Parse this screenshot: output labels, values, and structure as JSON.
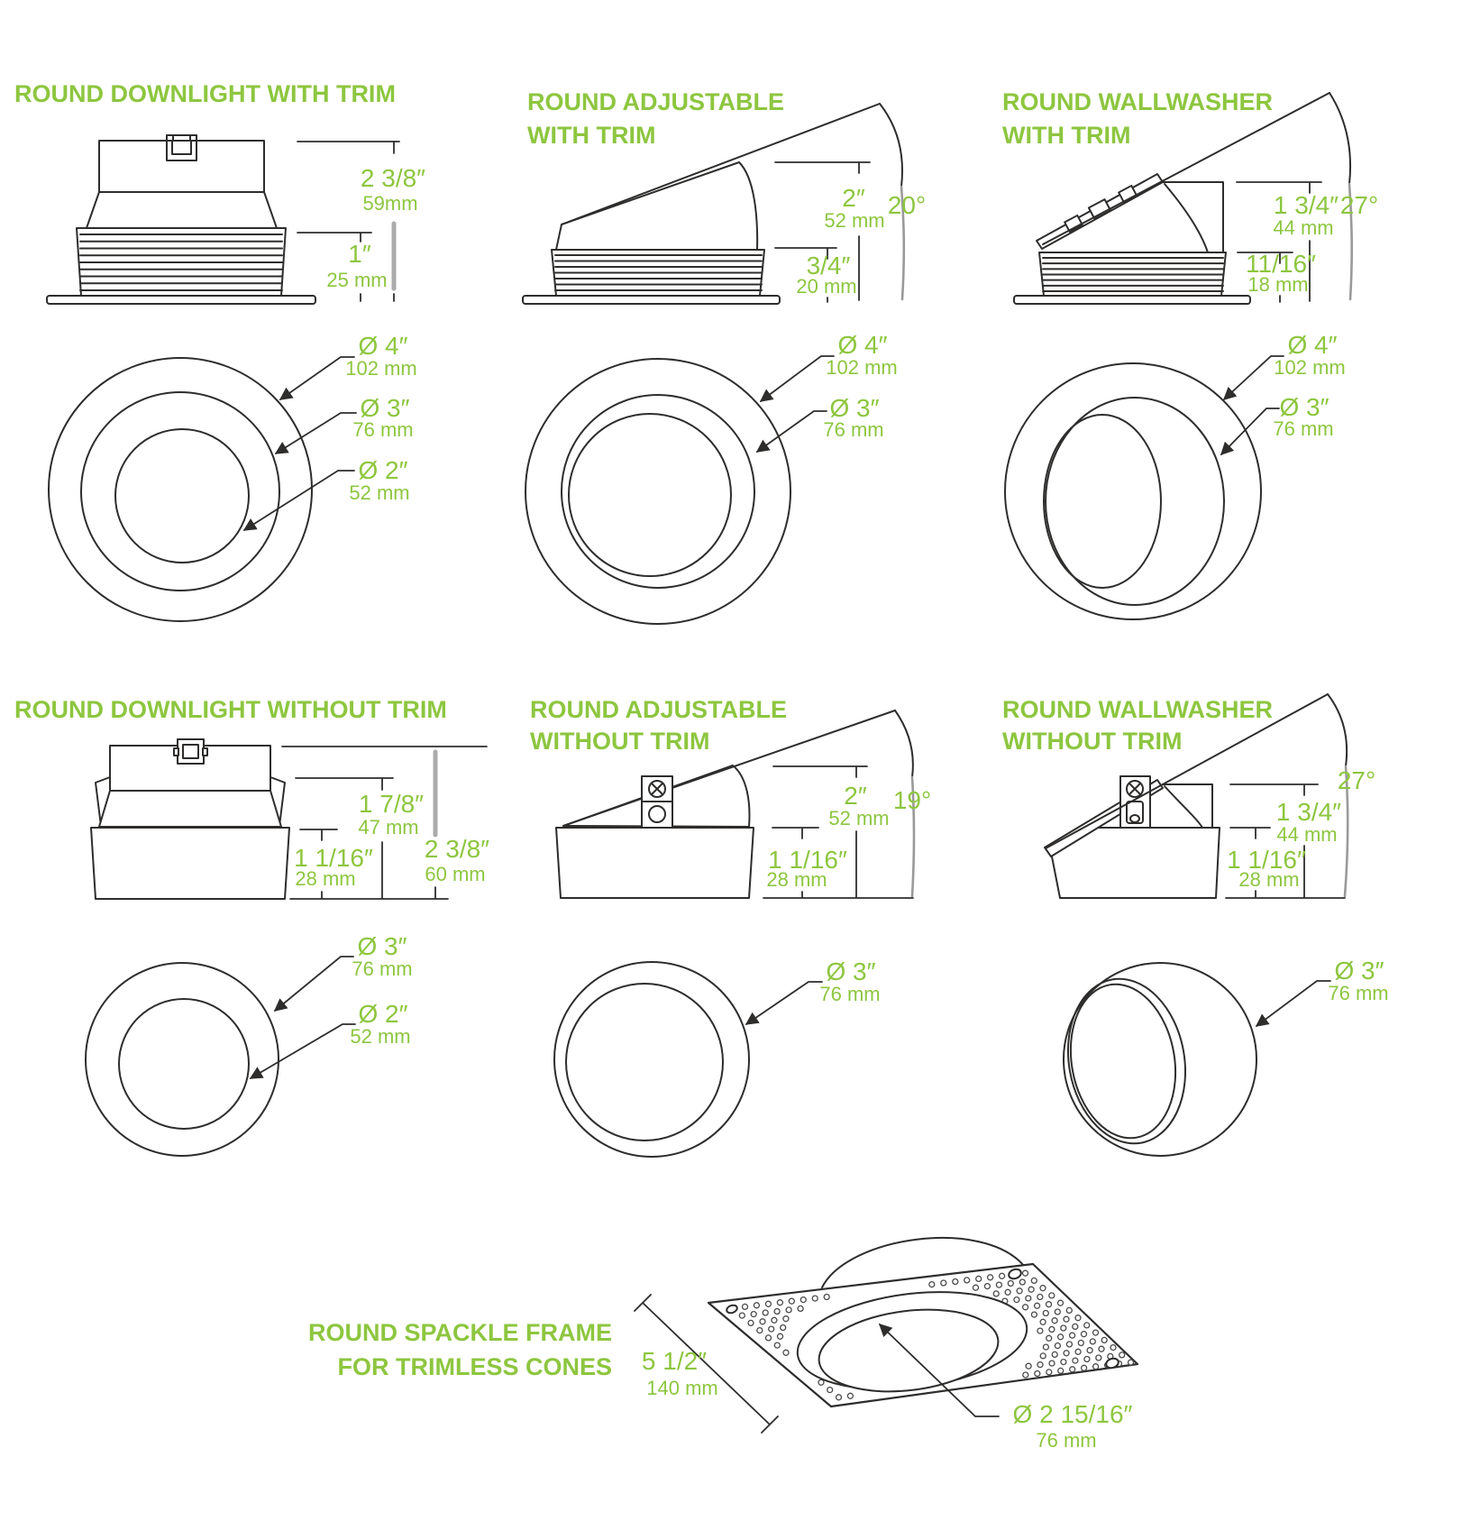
{
  "colors": {
    "accent": "#8dc63f",
    "line": "#2e2d2c",
    "dim_gray": "#ababab"
  },
  "panels": [
    {
      "id": "round-downlight-with-trim",
      "title_lines": [
        "ROUND DOWNLIGHT WITH TRIM"
      ],
      "side_dims": [
        {
          "value": "2 3/8″",
          "unit": "59mm"
        },
        {
          "value": "1″",
          "unit": "25 mm"
        }
      ],
      "diameters": [
        {
          "value": "Ø 4″",
          "unit": "102 mm"
        },
        {
          "value": "Ø 3″",
          "unit": "76 mm"
        },
        {
          "value": "Ø 2″",
          "unit": "52 mm"
        }
      ]
    },
    {
      "id": "round-adjustable-with-trim",
      "title_lines": [
        "ROUND ADJUSTABLE",
        "WITH TRIM"
      ],
      "tilt_angle": "20°",
      "side_dims": [
        {
          "value": "2″",
          "unit": "52 mm"
        },
        {
          "value": "3/4″",
          "unit": "20 mm"
        }
      ],
      "diameters": [
        {
          "value": "Ø 4″",
          "unit": "102 mm"
        },
        {
          "value": "Ø 3″",
          "unit": "76 mm"
        }
      ]
    },
    {
      "id": "round-wallwasher-with-trim",
      "title_lines": [
        "ROUND WALLWASHER",
        "WITH TRIM"
      ],
      "tilt_angle": "27°",
      "side_dims": [
        {
          "value": "1 3/4″",
          "unit": "44 mm"
        },
        {
          "value": "11/16″",
          "unit": "18 mm"
        }
      ],
      "diameters": [
        {
          "value": "Ø 4″",
          "unit": "102 mm"
        },
        {
          "value": "Ø 3″",
          "unit": "76 mm"
        }
      ]
    },
    {
      "id": "round-downlight-without-trim",
      "title_lines": [
        "ROUND DOWNLIGHT WITHOUT TRIM"
      ],
      "side_dims": [
        {
          "value": "1 7/8″",
          "unit": "47 mm"
        },
        {
          "value": "1 1/16″",
          "unit": "28 mm"
        },
        {
          "value": "2 3/8″",
          "unit": "60 mm"
        }
      ],
      "diameters": [
        {
          "value": "Ø 3″",
          "unit": "76 mm"
        },
        {
          "value": "Ø 2″",
          "unit": "52 mm"
        }
      ]
    },
    {
      "id": "round-adjustable-without-trim",
      "title_lines": [
        "ROUND ADJUSTABLE",
        "WITHOUT TRIM"
      ],
      "tilt_angle": "19°",
      "side_dims": [
        {
          "value": "2″",
          "unit": "52 mm"
        },
        {
          "value": "1 1/16″",
          "unit": "28 mm"
        }
      ],
      "diameters": [
        {
          "value": "Ø 3″",
          "unit": "76 mm"
        }
      ]
    },
    {
      "id": "round-wallwasher-without-trim",
      "title_lines": [
        "ROUND WALLWASHER",
        "WITHOUT TRIM"
      ],
      "tilt_angle": "27°",
      "side_dims": [
        {
          "value": "1 3/4″",
          "unit": "44 mm"
        },
        {
          "value": "1 1/16″",
          "unit": "28 mm"
        }
      ],
      "diameters": [
        {
          "value": "Ø 3″",
          "unit": "76 mm"
        }
      ]
    },
    {
      "id": "round-spackle-frame",
      "title_lines": [
        "ROUND SPACKLE FRAME",
        "FOR TRIMLESS CONES"
      ],
      "side_dims": [
        {
          "value": "5 1/2″",
          "unit": "140 mm"
        }
      ],
      "diameters": [
        {
          "value": "Ø 2 15/16″",
          "unit": "76 mm"
        }
      ]
    }
  ]
}
